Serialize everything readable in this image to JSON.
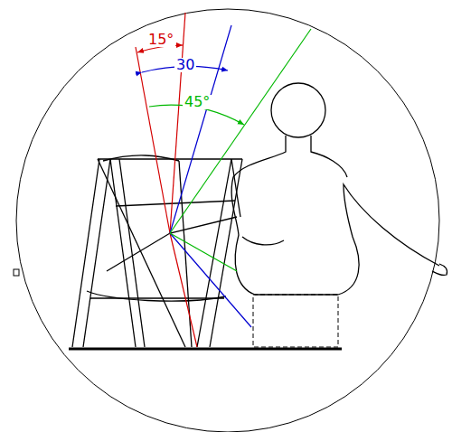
{
  "diagram": {
    "labels": [
      "15°",
      "30",
      "45°"
    ]
  }
}
